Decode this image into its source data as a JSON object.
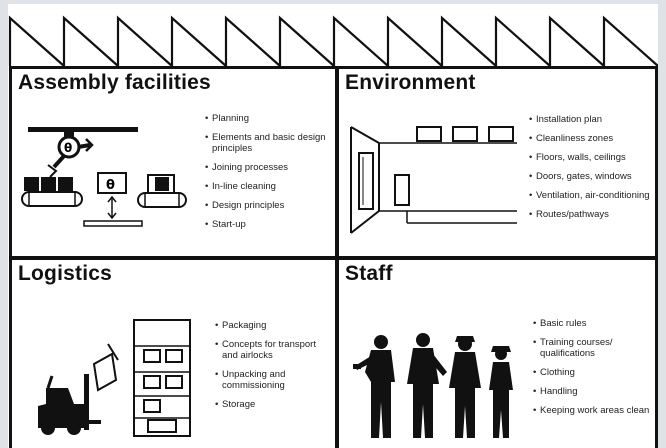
{
  "quadrants": [
    {
      "title": "Assembly facilities",
      "items": [
        "Planning",
        "Elements and basic design principles",
        "Joining processes",
        "In-line cleaning",
        "Design principles",
        "Start-up"
      ]
    },
    {
      "title": "Environment",
      "items": [
        "Installation plan",
        "Cleanliness zones",
        "Floors, walls, ceilings",
        "Doors, gates, windows",
        "Ventilation, air-conditioning",
        "Routes/pathways"
      ]
    },
    {
      "title": "Logistics",
      "items": [
        "Packaging",
        "Concepts for transport and airlocks",
        "Unpacking and commissioning",
        "Storage"
      ]
    },
    {
      "title": "Staff",
      "items": [
        "Basic rules",
        "Training courses/ qualifications",
        "Clothing",
        "Handling",
        "Keeping work areas clean"
      ]
    }
  ],
  "icons": [
    "sawtooth-roof",
    "assembly-robot-illustration",
    "cleanroom-illustration",
    "forklift-shelving-illustration",
    "workers-silhouette-illustration"
  ]
}
